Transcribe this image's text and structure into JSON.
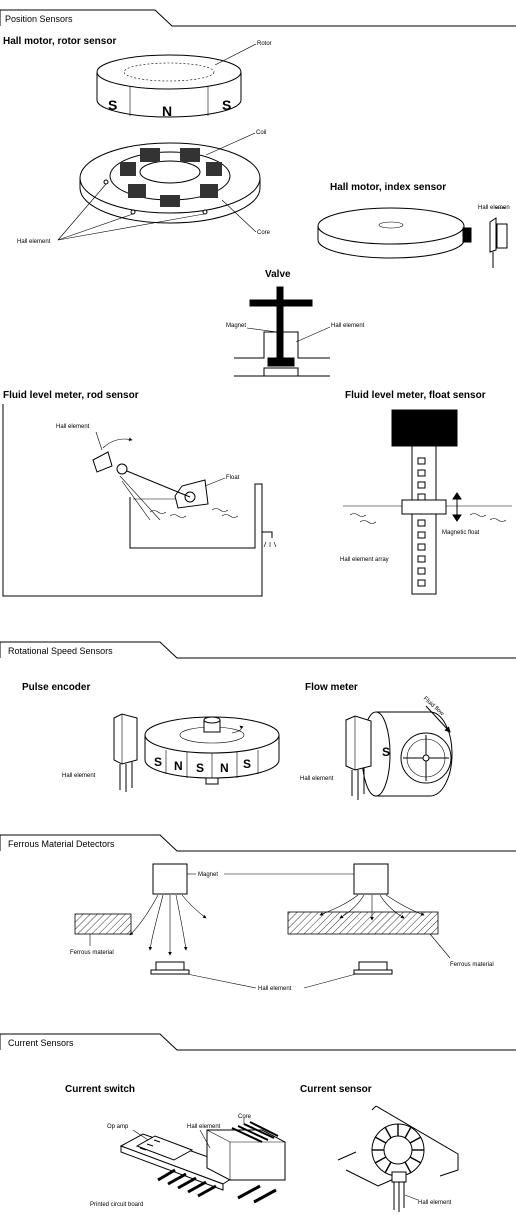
{
  "sections": {
    "position": "Position Sensors",
    "rotational": "Rotational Speed Sensors",
    "ferrous": "Ferrous Material Detectors",
    "current": "Current Sensors"
  },
  "titles": {
    "hall_rotor": "Hall motor, rotor sensor",
    "hall_index": "Hall motor, index sensor",
    "valve": "Valve",
    "fluid_rod": "Fluid level meter, rod sensor",
    "fluid_float": "Fluid level meter, float sensor",
    "pulse_encoder": "Pulse encoder",
    "flow_meter": "Flow meter",
    "current_switch": "Current switch",
    "current_sensor": "Current sensor"
  },
  "labels": {
    "rotor": "Rotor",
    "coil": "Coil",
    "core": "Core",
    "hall_element": "Hall element",
    "hall_elemen_cut": "Hall elemen",
    "magnet": "Magnet",
    "float": "Float",
    "magnetic_float": "Magnetic float",
    "hall_element_array": "Hall element array",
    "fluid_flow": "Fluid flow",
    "ferrous_material": "Ferrous material",
    "op_amp": "Op amp",
    "printed_circuit_board": "Printed circuit board"
  },
  "magnet_letters": {
    "rotor": [
      "S",
      "N",
      "S"
    ],
    "encoder": [
      "S",
      "N",
      "S",
      "N",
      "S"
    ],
    "flow": "S"
  }
}
